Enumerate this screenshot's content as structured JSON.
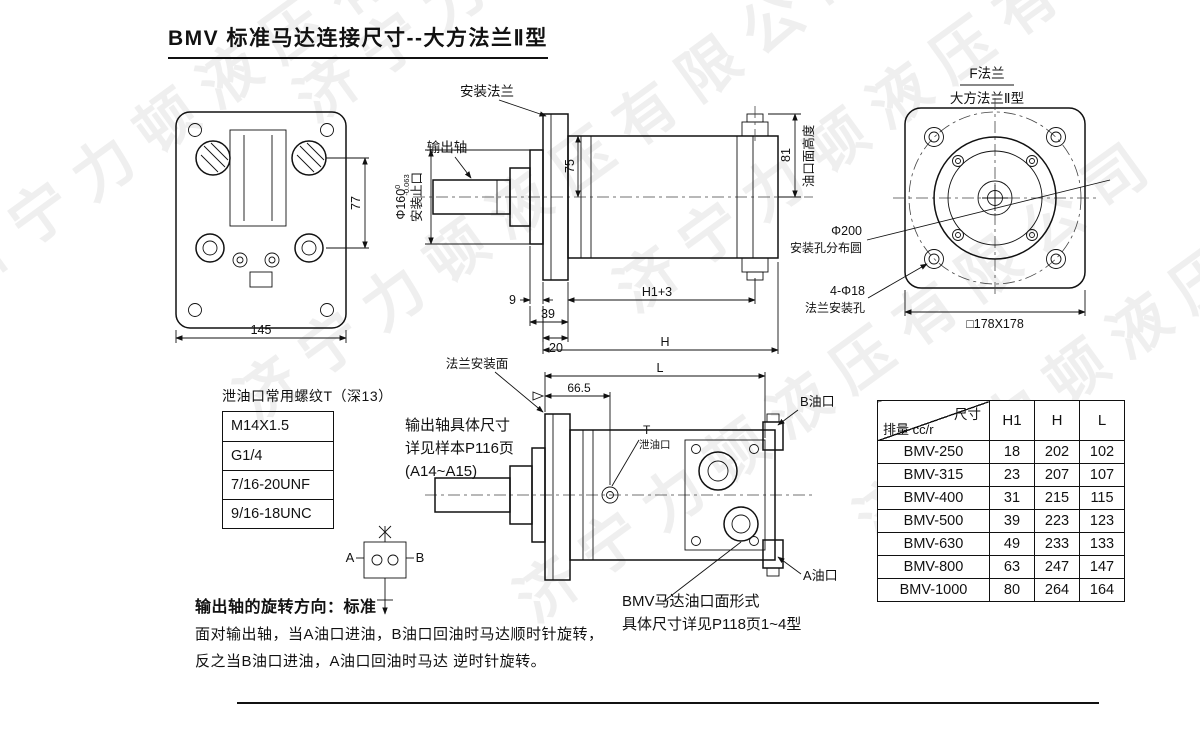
{
  "title": "BMV 标准马达连接尺寸--大方法兰Ⅱ型",
  "watermark": "济宁力顿液压有限公司",
  "front": {
    "w": "145",
    "h": "77"
  },
  "top": {
    "flange": "安装法兰",
    "shaft": "输出轴",
    "spigot_dia": "Φ160",
    "spigot_tol_up": "0",
    "spigot_tol": "-0.063",
    "spigot": "安装止口",
    "d75": "75",
    "d81": "81",
    "port_h": "油口面高度",
    "d9": "9",
    "d39": "39",
    "d20": "20",
    "h13": "H1+3",
    "H": "H"
  },
  "fl": {
    "f": "F法兰",
    "type": "大方法兰Ⅱ型",
    "d200": "Φ200",
    "d200lbl": "安装孔分布圆",
    "d18": "4-Φ18",
    "d18lbl": "法兰安装孔",
    "sq": "□178X178"
  },
  "bt": {
    "face": "法兰安装面",
    "d665": "66.5",
    "L": "L",
    "t": "T",
    "drain": "泄油口",
    "b": "B油口",
    "a": "A油口"
  },
  "sym": {
    "a": "A",
    "b": "B"
  },
  "shaft_note": {
    "l1": "输出轴具体尺寸",
    "l2": "详见样本P116页",
    "l3": "(A14~A15)"
  },
  "port_note": {
    "l1": "BMV马达油口面形式",
    "l2": "具体尺寸详见P118页1~4型"
  },
  "rotation": {
    "l1": "输出轴的旋转方向：标准",
    "l2": "面对输出轴，当A油口进油，B油口回油时马达顺时针旋转，",
    "l3": "反之当B油口进油，A油口回油时马达 逆时针旋转。"
  },
  "thread_table": {
    "title": "泄油口常用螺纹T（深13）",
    "items": [
      "M14X1.5",
      "G1/4",
      "7/16-20UNF",
      "9/16-18UNC"
    ]
  },
  "size_table": {
    "corner_top": "尺寸",
    "corner_bottom": "排量 cc/r",
    "cols": [
      "H1",
      "H",
      "L"
    ],
    "rows": [
      {
        "model": "BMV-250",
        "h1": "18",
        "h": "202",
        "l": "102"
      },
      {
        "model": "BMV-315",
        "h1": "23",
        "h": "207",
        "l": "107"
      },
      {
        "model": "BMV-400",
        "h1": "31",
        "h": "215",
        "l": "115"
      },
      {
        "model": "BMV-500",
        "h1": "39",
        "h": "223",
        "l": "123"
      },
      {
        "model": "BMV-630",
        "h1": "49",
        "h": "233",
        "l": "133"
      },
      {
        "model": "BMV-800",
        "h1": "63",
        "h": "247",
        "l": "147"
      },
      {
        "model": "BMV-1000",
        "h1": "80",
        "h": "264",
        "l": "164"
      }
    ]
  }
}
